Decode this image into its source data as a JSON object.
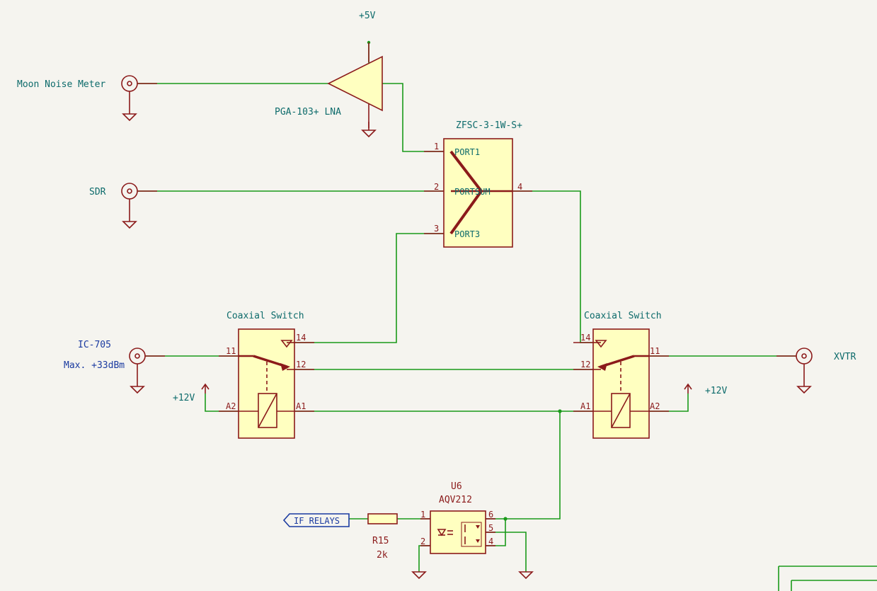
{
  "labels": {
    "moon_noise_meter": "Moon Noise Meter",
    "sdr": "SDR",
    "ic705": "IC-705",
    "ic705_note": "Max. +33dBm",
    "xvtr": "XVTR",
    "plus5v": "+5V",
    "plus12v_left": "+12V",
    "plus12v_right": "+12V",
    "if_relays": "IF RELAYS"
  },
  "components": {
    "lna": {
      "value": "PGA-103+ LNA"
    },
    "combiner": {
      "value": "ZFSC-3-1W-S+",
      "pins": [
        {
          "num": "1",
          "name": "PORT1"
        },
        {
          "num": "2",
          "name": "PORTSUM"
        },
        {
          "num": "3",
          "name": "PORT3"
        },
        {
          "num": "4",
          "name": ""
        }
      ]
    },
    "switch_left": {
      "value": "Coaxial Switch",
      "pins": {
        "p11": "11",
        "p12": "12",
        "p14": "14",
        "a1": "A1",
        "a2": "A2"
      }
    },
    "switch_right": {
      "value": "Coaxial Switch",
      "pins": {
        "p11": "11",
        "p12": "12",
        "p14": "14",
        "a1": "A1",
        "a2": "A2"
      }
    },
    "u6": {
      "ref": "U6",
      "value": "AQV212",
      "pins": {
        "p1": "1",
        "p2": "2",
        "p4": "4",
        "p5": "5",
        "p6": "6"
      }
    },
    "r15": {
      "ref": "R15",
      "value": "2k"
    }
  }
}
